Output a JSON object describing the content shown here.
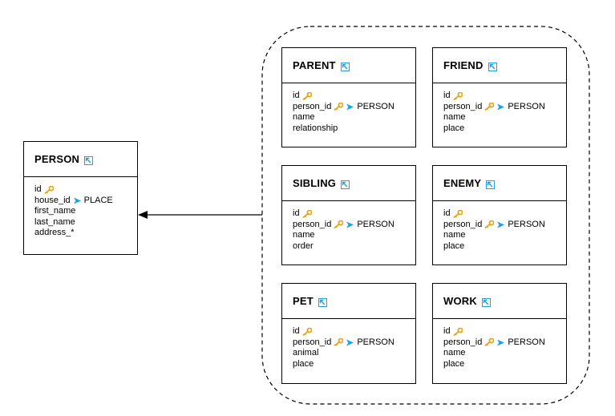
{
  "entities": {
    "person": {
      "title": "PERSON",
      "fields": [
        {
          "name": "id",
          "key": true
        },
        {
          "name": "house_id",
          "ref": "PLACE"
        },
        {
          "name": "first_name"
        },
        {
          "name": "last_name"
        },
        {
          "name": "address_*"
        }
      ]
    },
    "parent": {
      "title": "PARENT",
      "fields": [
        {
          "name": "id",
          "key": true
        },
        {
          "name": "person_id",
          "key": true,
          "ref": "PERSON"
        },
        {
          "name": "name"
        },
        {
          "name": "relationship"
        }
      ]
    },
    "friend": {
      "title": "FRIEND",
      "fields": [
        {
          "name": "id",
          "key": true
        },
        {
          "name": "person_id",
          "key": true,
          "ref": "PERSON"
        },
        {
          "name": "name"
        },
        {
          "name": "place"
        }
      ]
    },
    "sibling": {
      "title": "SIBLING",
      "fields": [
        {
          "name": "id",
          "key": true
        },
        {
          "name": "person_id",
          "key": true,
          "ref": "PERSON"
        },
        {
          "name": "name"
        },
        {
          "name": "order"
        }
      ]
    },
    "enemy": {
      "title": "ENEMY",
      "fields": [
        {
          "name": "id",
          "key": true
        },
        {
          "name": "person_id",
          "key": true,
          "ref": "PERSON"
        },
        {
          "name": "name"
        },
        {
          "name": "place"
        }
      ]
    },
    "pet": {
      "title": "PET",
      "fields": [
        {
          "name": "id",
          "key": true
        },
        {
          "name": "person_id",
          "key": true,
          "ref": "PERSON"
        },
        {
          "name": "animal"
        },
        {
          "name": "place"
        }
      ]
    },
    "work": {
      "title": "WORK",
      "fields": [
        {
          "name": "id",
          "key": true
        },
        {
          "name": "person_id",
          "key": true,
          "ref": "PERSON"
        },
        {
          "name": "name"
        },
        {
          "name": "place"
        }
      ]
    }
  },
  "colors": {
    "key": "#e8a317",
    "ref_arrow": "#1aa3e0",
    "link_icon": "#1aa3e0",
    "line": "#000000"
  },
  "icons": {
    "header_link": "external-link-icon",
    "primary_key": "key-icon",
    "reference": "reference-arrow-icon"
  }
}
